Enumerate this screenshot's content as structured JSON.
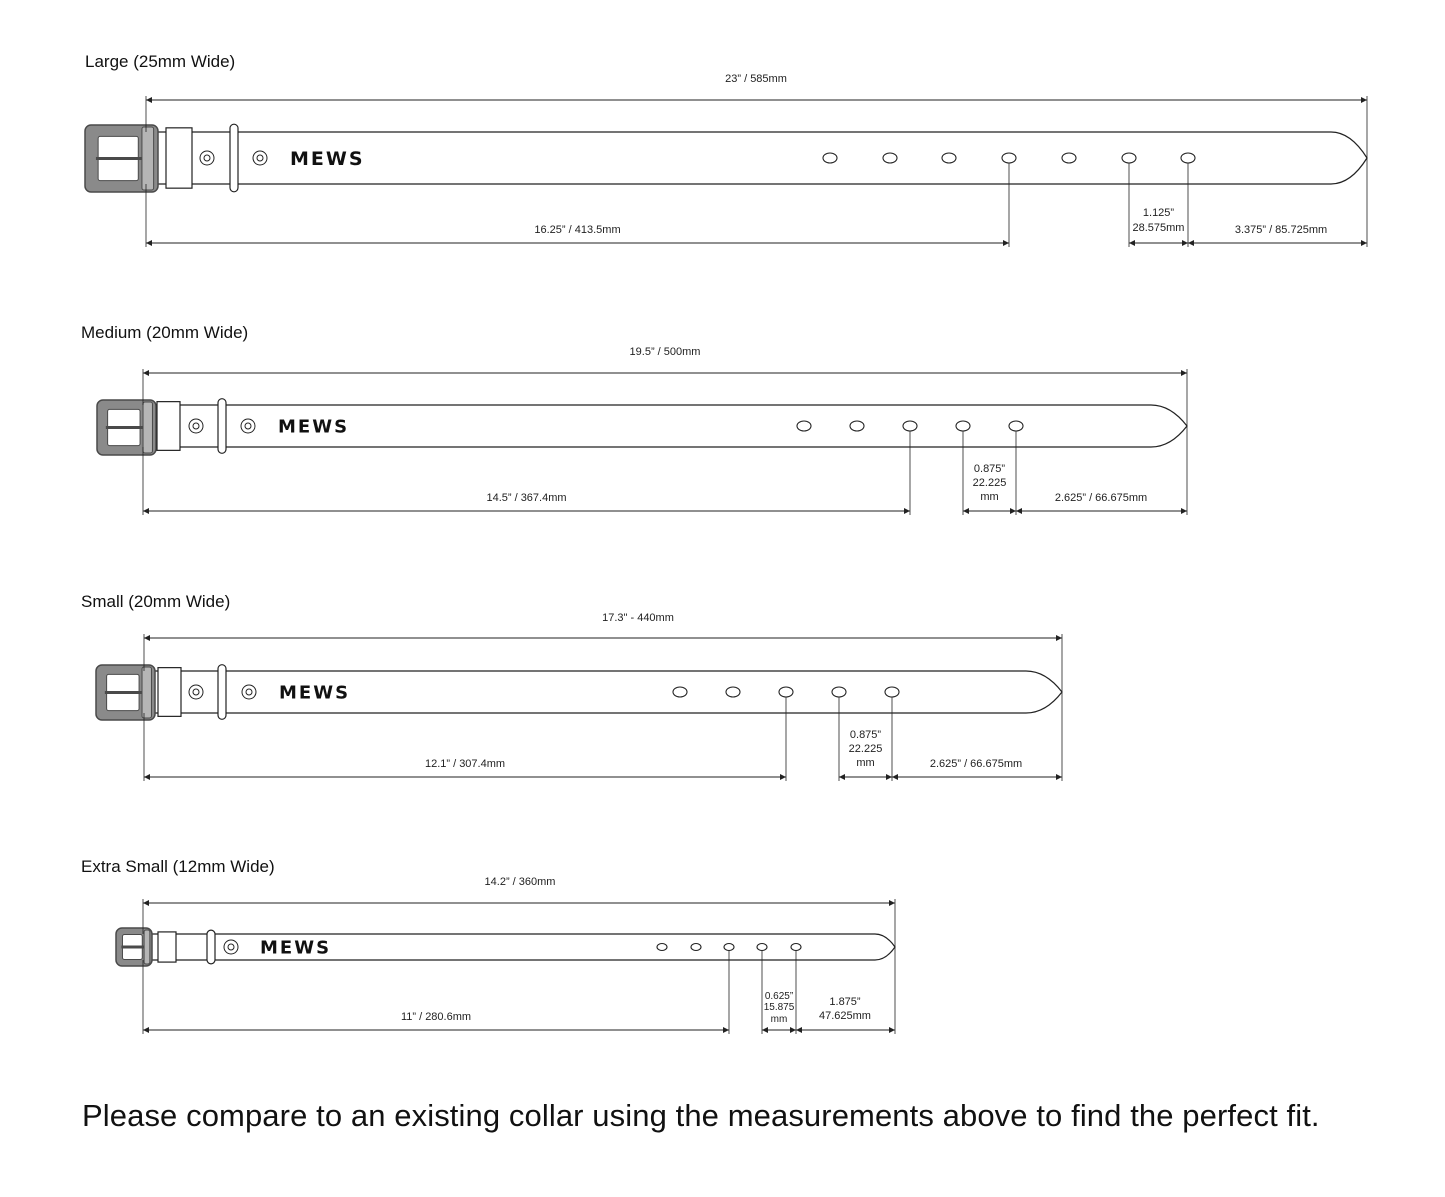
{
  "brand": "MEWS",
  "colors": {
    "line": "#222222",
    "buckle": "#8a8a8a",
    "buckle_dark": "#4a4a4a"
  },
  "icons": {
    "buckle": "buckle-icon",
    "rivet": "rivet-icon",
    "keeper": "keeper-loop-icon"
  },
  "collars": [
    {
      "title": "Large (25mm Wide)",
      "dimensions": {
        "total": "23” / 585mm",
        "to_middle_hole": "16.25” / 413.5mm",
        "hole_spacing": [
          "1.125”",
          "28.575mm"
        ],
        "tip": [
          "3.375” / 85.725mm"
        ]
      },
      "hole_count": 7
    },
    {
      "title": "Medium (20mm Wide)",
      "dimensions": {
        "total": "19.5” / 500mm",
        "to_middle_hole": "14.5” / 367.4mm",
        "hole_spacing": [
          "0.875”",
          "22.225",
          "mm"
        ],
        "tip": [
          "2.625” / 66.675mm"
        ]
      },
      "hole_count": 5
    },
    {
      "title": "Small (20mm Wide)",
      "dimensions": {
        "total": "17.3\" - 440mm",
        "to_middle_hole": "12.1” / 307.4mm",
        "hole_spacing": [
          "0.875”",
          "22.225",
          "mm"
        ],
        "tip": [
          "2.625” / 66.675mm"
        ]
      },
      "hole_count": 5
    },
    {
      "title": "Extra Small (12mm Wide)",
      "dimensions": {
        "total": "14.2” / 360mm",
        "to_middle_hole": "11” / 280.6mm",
        "hole_spacing": [
          "0.625”",
          "15.875",
          "mm"
        ],
        "tip": [
          "1.875”",
          "47.625mm"
        ]
      },
      "hole_count": 5
    }
  ],
  "footer": "Please compare to an existing collar using the measurements above to find the perfect fit."
}
